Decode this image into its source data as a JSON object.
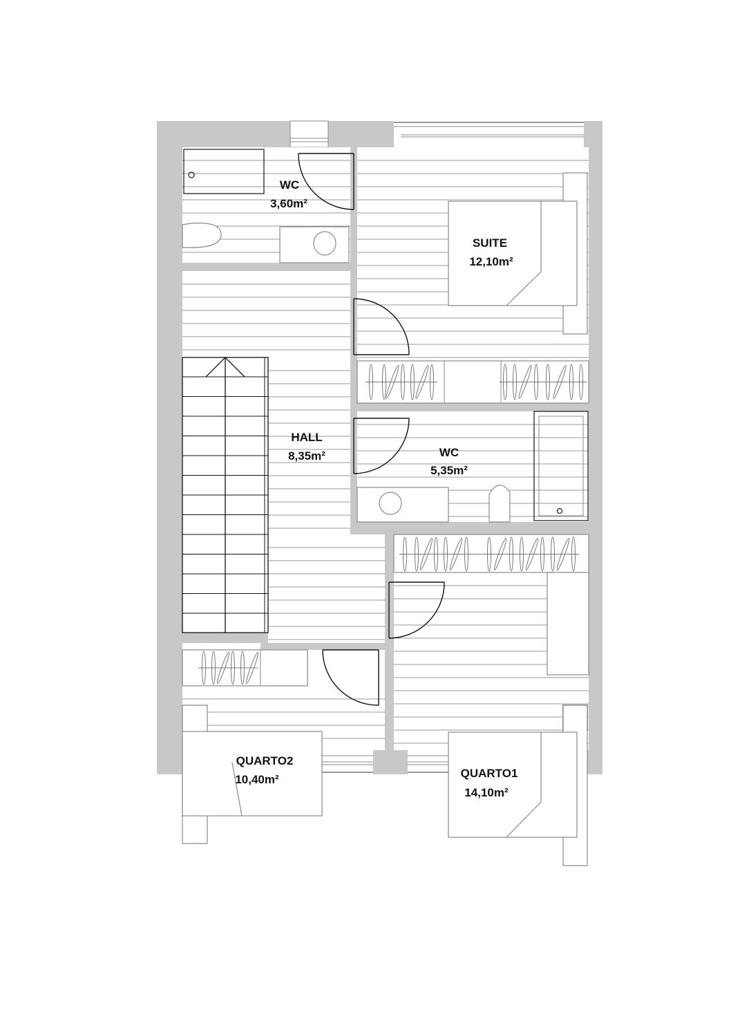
{
  "plan": {
    "rooms": [
      {
        "id": "wc1",
        "name": "WC",
        "area": "3,60m²"
      },
      {
        "id": "suite",
        "name": "SUITE",
        "area": "12,10m²"
      },
      {
        "id": "hall",
        "name": "HALL",
        "area": "8,35m²"
      },
      {
        "id": "wc2",
        "name": "WC",
        "area": "5,35m²"
      },
      {
        "id": "quarto2",
        "name": "QUARTO2",
        "area": "10,40m²"
      },
      {
        "id": "quarto1",
        "name": "QUARTO1",
        "area": "14,10m²"
      }
    ],
    "colors": {
      "wall": "#c8c8c8",
      "floor_lines": "#9a9a9a"
    }
  }
}
